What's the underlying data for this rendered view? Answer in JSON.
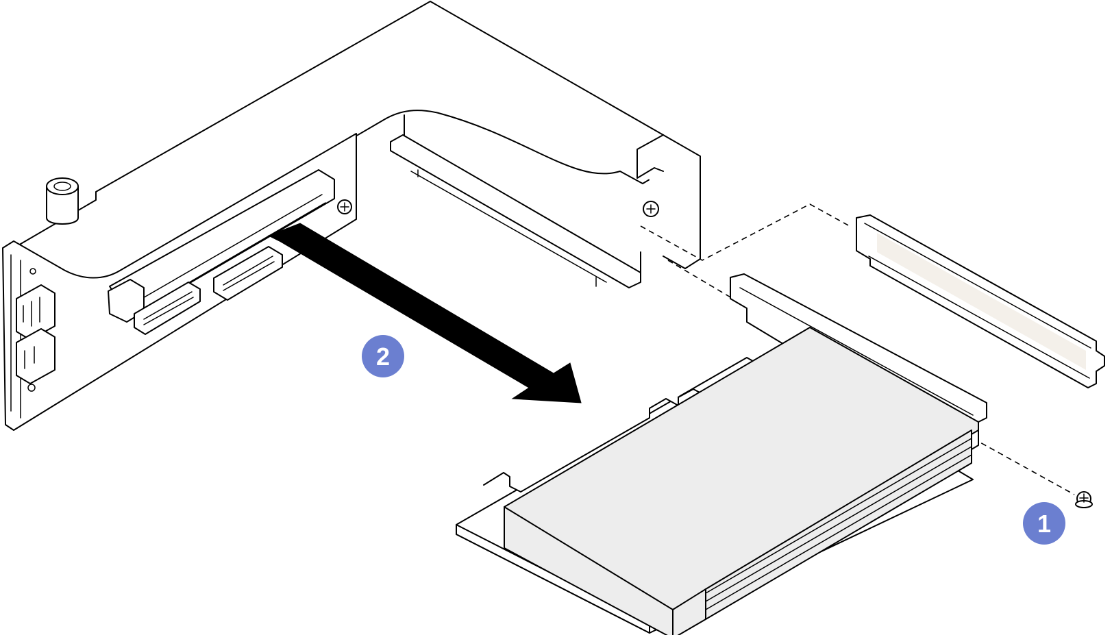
{
  "callouts": [
    {
      "id": "1",
      "label": "1",
      "meaning": "step-remove-screw"
    },
    {
      "id": "2",
      "label": "2",
      "meaning": "step-slide-adapter-out"
    }
  ],
  "colors": {
    "callout_fill": "#6b7fd0",
    "line": "#000000",
    "card_fill": "#ededed",
    "background": "#ffffff"
  },
  "icons": {
    "arrow": "removal-direction-arrow",
    "screw": "screw-icon"
  }
}
